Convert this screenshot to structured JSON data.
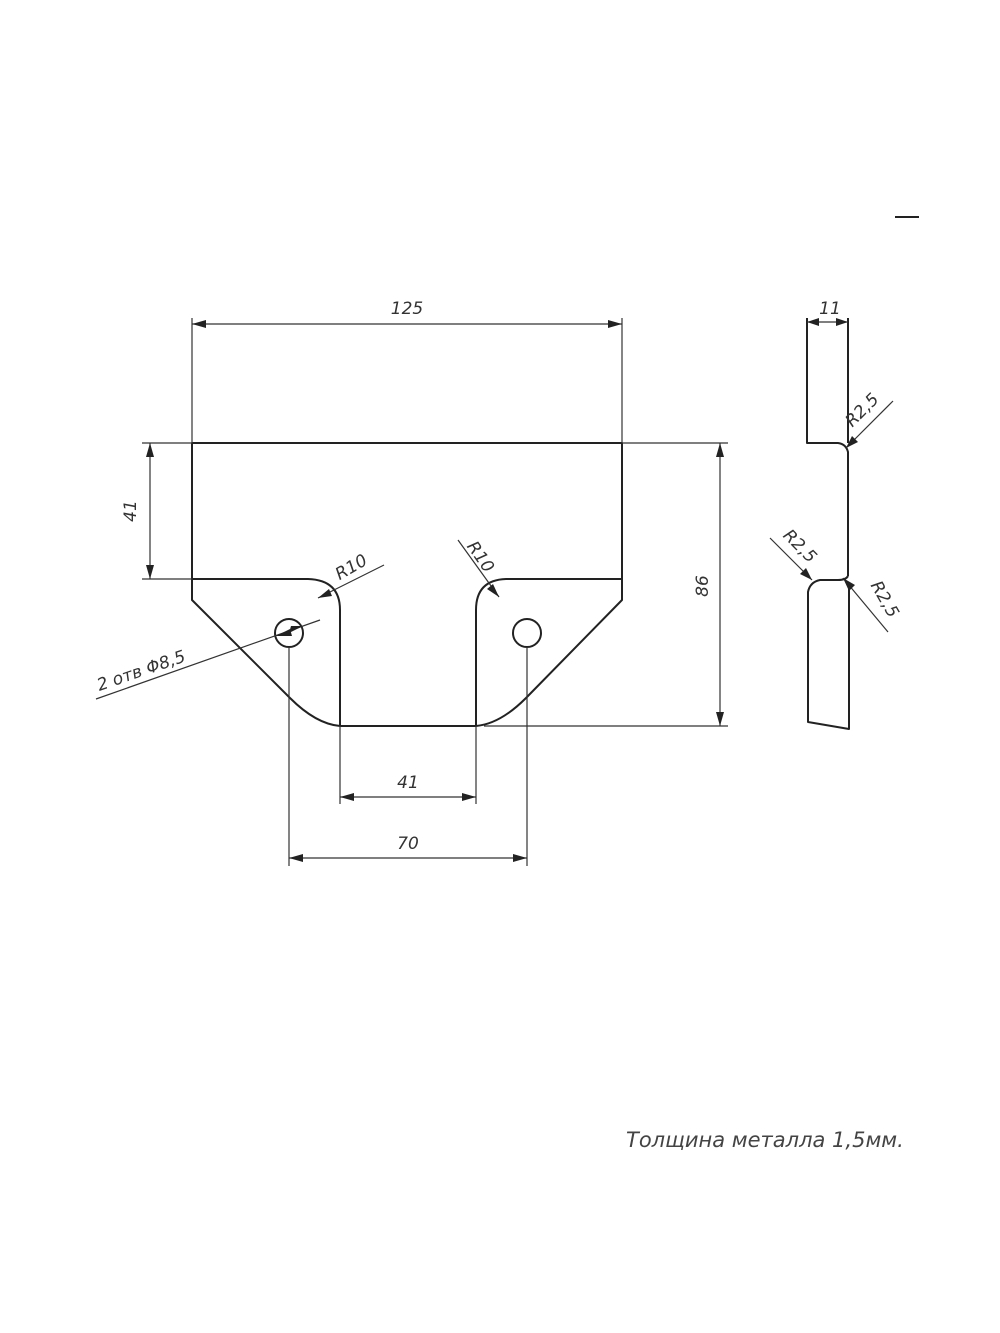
{
  "front_view": {
    "width_label": "125",
    "top_height_label": "41",
    "total_height_label": "86",
    "slot_width_label": "41",
    "hole_spacing_label": "70",
    "radius_left_label": "R10",
    "radius_right_label": "R10",
    "holes_label": "2 отв Φ8,5"
  },
  "side_view": {
    "thickness_label": "11",
    "radius_top_label": "R2,5",
    "radius_mid_left_label": "R2,5",
    "radius_mid_right_label": "R2,5"
  },
  "note": "Толщина металла 1,5мм."
}
